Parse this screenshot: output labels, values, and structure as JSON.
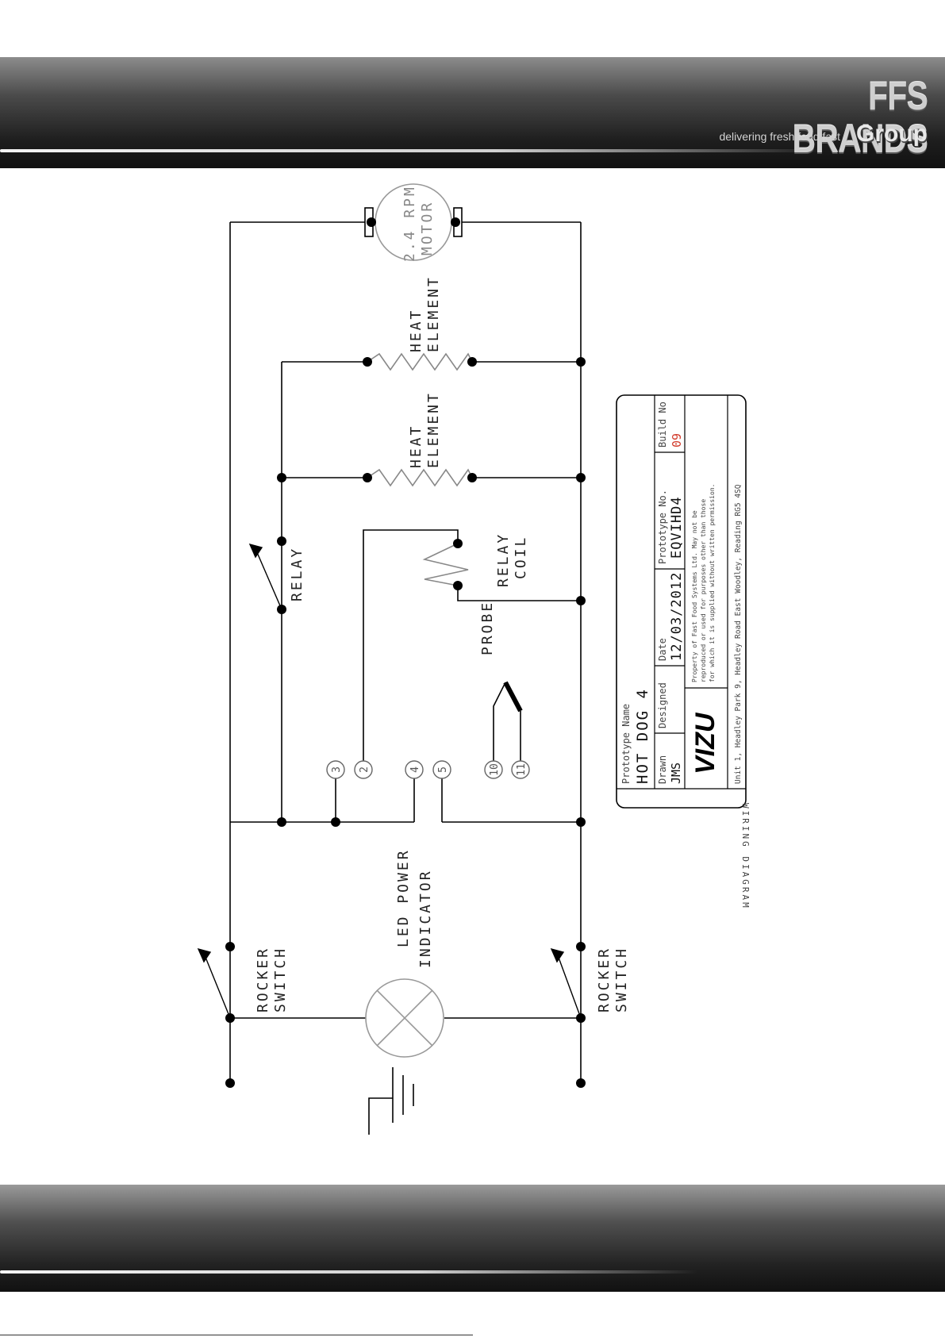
{
  "header": {
    "brand_name": "FFS BRANDS",
    "tagline": "delivering fresh food fast",
    "group": "Group"
  },
  "diagram": {
    "labels": {
      "motor_speed": "2.4 RPM",
      "motor": "MOTOR",
      "heat_element_1a": "HEAT",
      "heat_element_1b": "ELEMENT",
      "heat_element_2a": "HEAT",
      "heat_element_2b": "ELEMENT",
      "relay": "RELAY",
      "relay_coil_a": "RELAY",
      "relay_coil_b": "COIL",
      "probe": "PROBE",
      "led_a": "LED POWER",
      "led_b": "INDICATOR",
      "rocker_left_a": "ROCKER",
      "rocker_left_b": "SWITCH",
      "rocker_right_a": "ROCKER",
      "rocker_right_b": "SWITCH"
    },
    "terminals": [
      "3",
      "2",
      "4",
      "5",
      "10",
      "11"
    ]
  },
  "title_block": {
    "side_label": "WIRING DIAGRAM",
    "prototype_name_label": "Prototype Name",
    "prototype_name": "HOT DOG 4",
    "drawn_label": "Drawn",
    "drawn": "JMS",
    "designed_label": "Designed",
    "date_label": "Date",
    "date": "12/03/2012",
    "prototype_no_label": "Prototype No.",
    "prototype_no": "EQVIHD4",
    "build_no_label": "Build No",
    "build_no": "09",
    "logo_text": "VIZU",
    "property_line1": "Property of Fast Food Systems Ltd. May not be",
    "property_line2": "reproduced or used for purposes other than those",
    "property_line3": "for which it is supplied without written permission.",
    "address": "Unit 1, Headley Park 9, Headley Road East Woodley, Reading RG5 4SQ"
  },
  "colors": {
    "line": "#000000",
    "faint_line": "#777777",
    "build_no": "#d23a2a"
  }
}
